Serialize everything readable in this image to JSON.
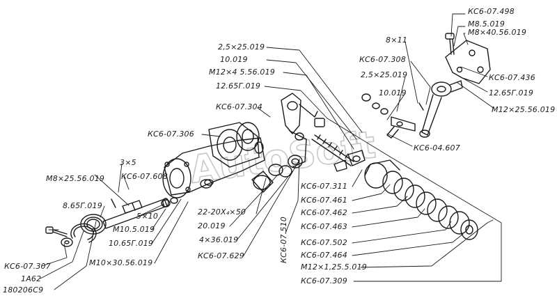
{
  "labels": {
    "ks6_07_498": "КС6-07.498",
    "m8_5_019": "М8.5.019",
    "m8_40_56_019": "М8×40.56.019",
    "p2_5_25_019_top": "2,5×25.019",
    "p10_019_top": "10.019",
    "m12_4_5_56_019": "М12×4 5.56.019",
    "p12_65g_019_top": "12.65Г.019",
    "p8_11": "8×11",
    "ks6_07_308": "КС6-07.308",
    "p2_5_25_019_mid": "2,5×25.019",
    "p10_019_mid": "10.019",
    "ks6_07_436": "КС6-07.436",
    "p12_65g_019_right": "12.65Г.019",
    "m12_25_56_019": "М12×25.56.019",
    "ks6_07_304": "КС6-07.304",
    "ks6_07_306": "КС6-07.306",
    "ks6_04_607": "КС6-04.607",
    "p3_5": "3×5",
    "m8_25_56_019": "М8×25.56.019",
    "ks6_07_608": "КС6-07.608",
    "p8_65g_019": "8.65Г.019",
    "p5_10": "5×10",
    "m10_5_019": "М10.5.019",
    "p10_65g_019": "10.65Г.019",
    "m10_30_56_019": "М10×30.56.019",
    "ks6_07_307": "КС6-07.307",
    "p1a62": "1А62",
    "p180206s9": "180206С9",
    "p22_20x4_50": "22-20Х₄×50",
    "p20_019": "20.019",
    "p4_36_019": "4×36.019",
    "ks6_07_629": "КС6-07.629",
    "ks6_07_510": "КС6-07.510",
    "ks6_07_311": "КС6-07.311",
    "ks6_07_461": "КС6-07.461",
    "ks6_07_462": "КС6-07.462",
    "ks6_07_463": "КС6-07.463",
    "ks6_07_502": "КС6-07.502",
    "ks6_07_464": "КС6-07.464",
    "m12_1_25_5_019": "М12×1,25.5.019",
    "ks6_07_309": "КС6-07.309"
  },
  "watermark": "AutoSoft",
  "colors": {
    "ink": "#1a1a1a",
    "watermark": "#c8c8c8",
    "paper": "#ffffff"
  }
}
